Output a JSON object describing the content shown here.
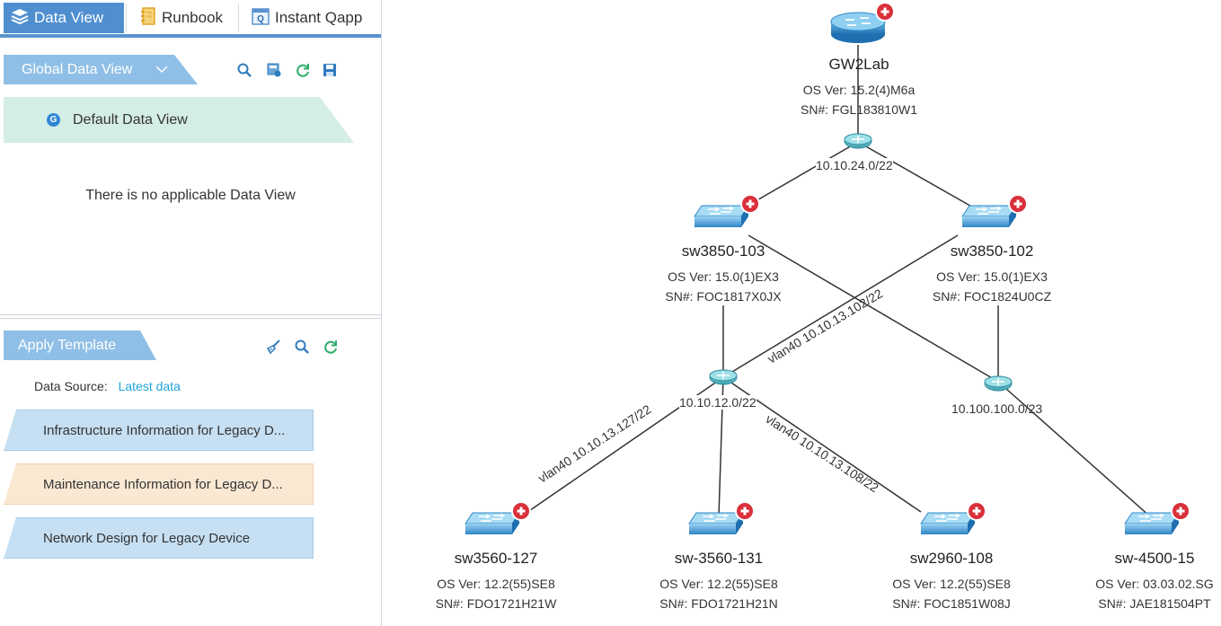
{
  "tabs": [
    {
      "label": "Data View",
      "icon": "layers-icon"
    },
    {
      "label": "Runbook",
      "icon": "notebook-icon"
    },
    {
      "label": "Instant Qapp",
      "icon": "qapp-icon"
    }
  ],
  "data_view": {
    "ribbon": "Global Data View",
    "default_badge": "G",
    "default_item": "Default Data View",
    "empty_message": "There is no applicable Data View"
  },
  "template": {
    "ribbon": "Apply Template",
    "source_label": "Data Source:",
    "source_value": "Latest data",
    "items": [
      {
        "label": "Infrastructure Information for Legacy D...",
        "color": "#c6dff2"
      },
      {
        "label": "Maintenance Information for Legacy D...",
        "color": "#fbe8d3"
      },
      {
        "label": "Network Design for Legacy Device",
        "color": "#c6dff2"
      }
    ]
  },
  "devices": {
    "gw": {
      "name": "GW2Lab",
      "os": "OS Ver: 15.2(4)M6a",
      "sn": "SN#: FGL183810W1"
    },
    "sw103": {
      "name": "sw3850-103",
      "os": "OS Ver: 15.0(1)EX3",
      "sn": "SN#: FOC1817X0JX"
    },
    "sw102": {
      "name": "sw3850-102",
      "os": "OS Ver: 15.0(1)EX3",
      "sn": "SN#: FOC1824U0CZ"
    },
    "sw127": {
      "name": "sw3560-127",
      "os": "OS Ver: 12.2(55)SE8",
      "sn": "SN#: FDO1721H21W"
    },
    "sw131": {
      "name": "sw-3560-131",
      "os": "OS Ver: 12.2(55)SE8",
      "sn": "SN#: FDO1721H21N"
    },
    "sw108": {
      "name": "sw2960-108",
      "os": "OS Ver: 12.2(55)SE8",
      "sn": "SN#: FOC1851W08J"
    },
    "sw15": {
      "name": "sw-4500-15",
      "os": "OS Ver: 03.03.02.SG",
      "sn": "SN#: JAE181504PT"
    }
  },
  "links": {
    "net24": "10.10.24.0/22",
    "net12": "10.10.12.0/22",
    "net100": "10.100.100.0/23",
    "vlan102": "vlan40 10.10.13.102/22",
    "vlan127": "vlan40 10.10.13.127/22",
    "vlan108": "vlan40 10.10.13.108/22"
  },
  "colors": {
    "accent": "#4f8fd0",
    "ribbon": "#8fbfe6",
    "default_item_bg": "#d4ede6",
    "link": "#1ea5d8",
    "alert": "#d9303a"
  }
}
